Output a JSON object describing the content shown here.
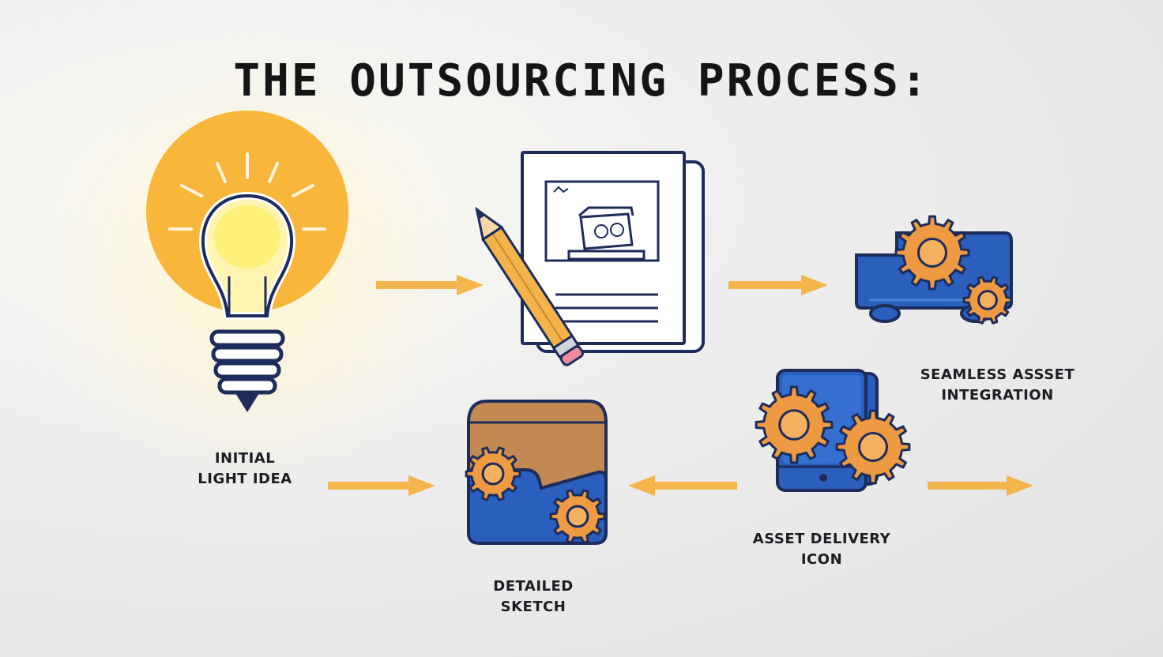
{
  "title": "THE OUTSOURCING PROCESS:",
  "labels": {
    "idea": [
      "INITIAL",
      "LIGHT IDEA"
    ],
    "integration": [
      "SEAMLESS ASSSET",
      "INTEGRATION"
    ],
    "delivery": [
      "ASSET DELIVERY",
      "ICON"
    ],
    "sketch": [
      "DETAILED",
      "SKETCH"
    ]
  },
  "colors": {
    "navy": "#1d2c5b",
    "blue": "#2a5fbd",
    "orange": "#f0a33e",
    "gear": "#ee9a42",
    "bulb": "#f8b73a",
    "arrow": "#f3b54c",
    "brown": "#c38952"
  },
  "icons": [
    "lightbulb-icon",
    "document-pencil-icon",
    "gear-truck-icon",
    "gear-tablet-icon",
    "gear-folder-icon",
    "arrow-icon"
  ]
}
